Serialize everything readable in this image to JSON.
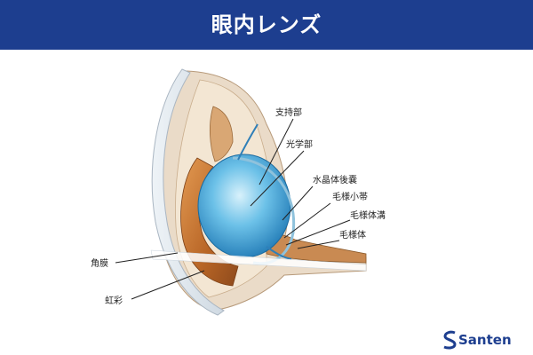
{
  "header": {
    "title": "眼内レンズ"
  },
  "labels": {
    "support": "支持部",
    "optic": "光学部",
    "posterior_capsule": "水晶体後嚢",
    "zonule": "毛様小帯",
    "ciliary_sulcus": "毛様体溝",
    "ciliary_body": "毛様体",
    "cornea": "角膜",
    "iris": "虹彩"
  },
  "logo": {
    "text": "Santen"
  },
  "colors": {
    "header": "#1d3e8f",
    "lens": "#3a9ed6",
    "iris": "#c8782e",
    "brand": "#1d3e8f"
  }
}
